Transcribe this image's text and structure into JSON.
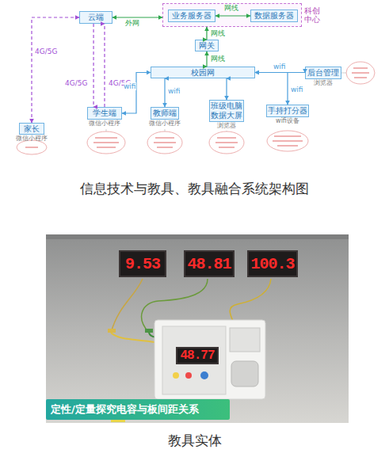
{
  "diagram": {
    "caption": "信息技术与教具、教具融合系统架构图",
    "nodes": [
      {
        "text": [
          "云端"
        ]
      },
      {
        "text": [
          "科创 中心"
        ]
      },
      {
        "text": [
          "业务服务器"
        ],
        "in": 1
      },
      {
        "text": [
          "数据服务器"
        ],
        "in": 1
      },
      {
        "text": [
          "网关"
        ]
      },
      {
        "text": [
          "校园网"
        ]
      },
      {
        "text": [
          "后台管理",
          "浏览器"
        ]
      },
      {
        "text": [
          "家长",
          "微信小程序"
        ]
      },
      {
        "text": [
          "学生端",
          "微信小程序"
        ]
      },
      {
        "text": [
          "教师端",
          "微信小程序"
        ]
      },
      {
        "text": [
          "班级电脑 数据大屏",
          "浏览器"
        ]
      },
      {
        "text": [
          "手持打分器",
          "wifi设备"
        ]
      },
      {
        "text": [
          "9.53"
        ]
      },
      {
        "text": [
          "48.81"
        ]
      },
      {
        "text": [
          "100.3"
        ]
      },
      {
        "text": [
          "48.77"
        ]
      },
      {
        "text": [
          "定性/定量探究电容与板间距关系"
        ]
      }
    ],
    "edges": [
      {
        "from": 0,
        "to": 1,
        "label": "外网",
        "arrow": "both"
      },
      {
        "from": 2,
        "to": 3,
        "label": "网线",
        "arrow": "both"
      },
      {
        "from": 1,
        "to": 4,
        "label": "网线",
        "arrow": "both"
      },
      {
        "from": 4,
        "to": 5,
        "label": "网线",
        "arrow": "both"
      },
      {
        "from": 5,
        "to": 6,
        "label": "wifi",
        "arrow": "both"
      },
      {
        "from": 0,
        "to": 7,
        "label": "4G/5G",
        "arrow": "both"
      },
      {
        "from": 0,
        "to": 8,
        "label": "4G/5G",
        "arrow": "to"
      },
      {
        "from": 8,
        "to": 0,
        "label": "4G/5G",
        "arrow": "to"
      },
      {
        "from": 8,
        "to": 5,
        "label": "wifi",
        "arrow": "both"
      },
      {
        "from": 9,
        "to": 5,
        "label": "wifi",
        "arrow": "both"
      },
      {
        "from": 10,
        "to": 5,
        "arrow": "both"
      },
      {
        "from": 11,
        "to": 5,
        "label": "wifi",
        "arrow": "both"
      }
    ],
    "labels": [
      "教具实体"
    ]
  }
}
